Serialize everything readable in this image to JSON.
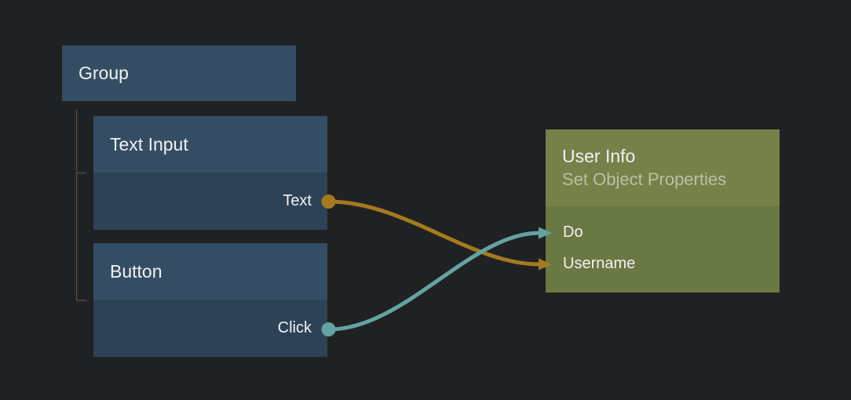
{
  "editor": {
    "background": "#202122",
    "kind": "visual-scripting-node-canvas"
  },
  "colors": {
    "node_header_blue": "#344d63",
    "node_body_blue": "#2d4256",
    "node_header_green": "#74824a",
    "node_body_green": "#6a7843",
    "wire_orange": "#a47a20",
    "wire_teal": "#65a2a3",
    "tree_line": "#4a4a4a",
    "title_text": "#f0f2f3",
    "subtitle_text": "#b9c0a2"
  },
  "nodes": {
    "group": {
      "title": "Group",
      "children": [
        "Text Input",
        "Button"
      ]
    },
    "text_input": {
      "title": "Text Input",
      "output_port": {
        "label": "Text"
      }
    },
    "button": {
      "title": "Button",
      "output_port": {
        "label": "Click"
      }
    },
    "user_info": {
      "title": "User Info",
      "subtitle": "Set Object Properties",
      "input_ports": [
        {
          "label": "Do"
        },
        {
          "label": "Username"
        }
      ]
    }
  },
  "connections": [
    {
      "from_node": "Text Input",
      "from_port": "Text",
      "to_node": "User Info",
      "to_port": "Username",
      "color": "#a47a20"
    },
    {
      "from_node": "Button",
      "from_port": "Click",
      "to_node": "User Info",
      "to_port": "Do",
      "color": "#65a2a3"
    }
  ]
}
